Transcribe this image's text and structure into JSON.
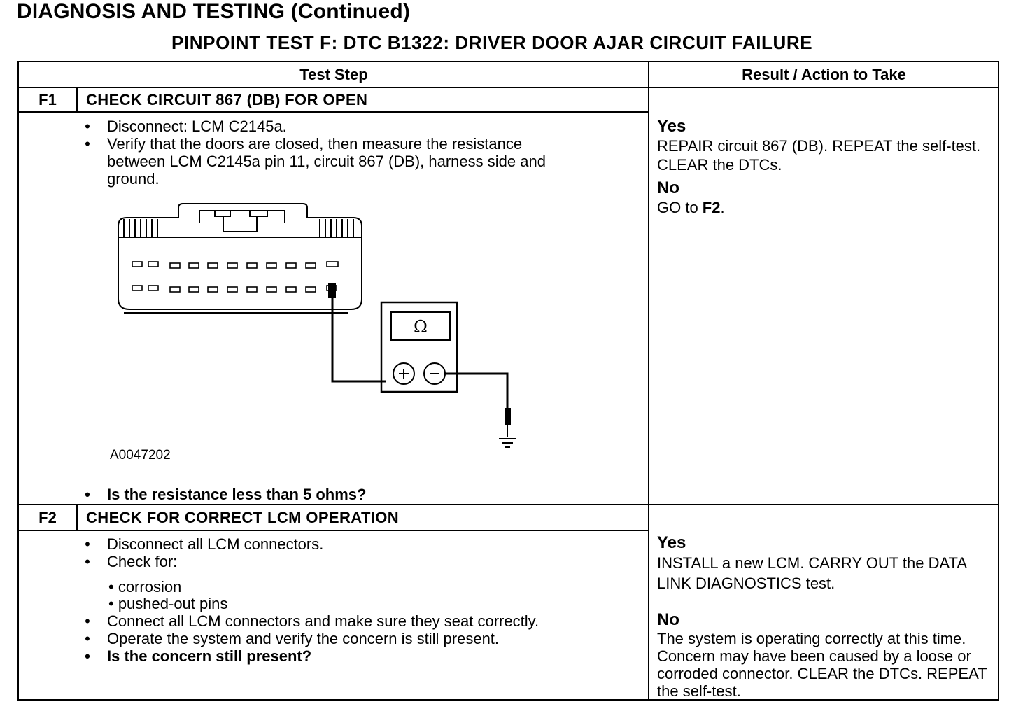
{
  "page_title": "DIAGNOSIS AND TESTING (Continued)",
  "test_title": "PINPOINT TEST F: DTC B1322: DRIVER DOOR AJAR CIRCUIT FAILURE",
  "headers": {
    "test_step": "Test Step",
    "result": "Result / Action to Take"
  },
  "steps": [
    {
      "id": "F1",
      "title": "CHECK CIRCUIT 867 (DB) FOR OPEN",
      "bullets": [
        "Disconnect: LCM C2145a.",
        "Verify that the doors are closed, then measure the resistance\nbetween LCM C2145a pin 11, circuit 867 (DB), harness side and\nground."
      ],
      "figure_code": "A0047202",
      "question": "Is the resistance less than 5 ohms?",
      "yes_label": "Yes",
      "yes_text": "REPAIR circuit 867 (DB). REPEAT the self-test. CLEAR the DTCs.",
      "no_label": "No",
      "no_text_prefix": "GO to ",
      "no_text_bold": "F2",
      "no_text_suffix": "."
    },
    {
      "id": "F2",
      "title": "CHECK FOR CORRECT LCM OPERATION",
      "bullets": [
        "Disconnect all LCM connectors.",
        "Check for:"
      ],
      "sub_items": [
        "• corrosion",
        "• pushed-out pins"
      ],
      "bullets_after": [
        "Connect all LCM connectors and make sure they seat correctly.",
        "Operate the system and verify the concern is still present."
      ],
      "question": "Is the concern still present?",
      "yes_label": "Yes",
      "yes_text": "INSTALL a new LCM. CARRY OUT the DATA LINK DIAGNOSTICS test.",
      "no_label": "No",
      "no_text": "The system is operating correctly at this time. Concern may have been caused by a loose or corroded connector. CLEAR the DTCs. REPEAT the self-test."
    }
  ],
  "bullet_glyph": "•",
  "meter_symbol": "Ω",
  "icons": {
    "connector": "connector-diagram",
    "meter": "ohmmeter-icon",
    "ground": "ground-symbol-icon"
  }
}
